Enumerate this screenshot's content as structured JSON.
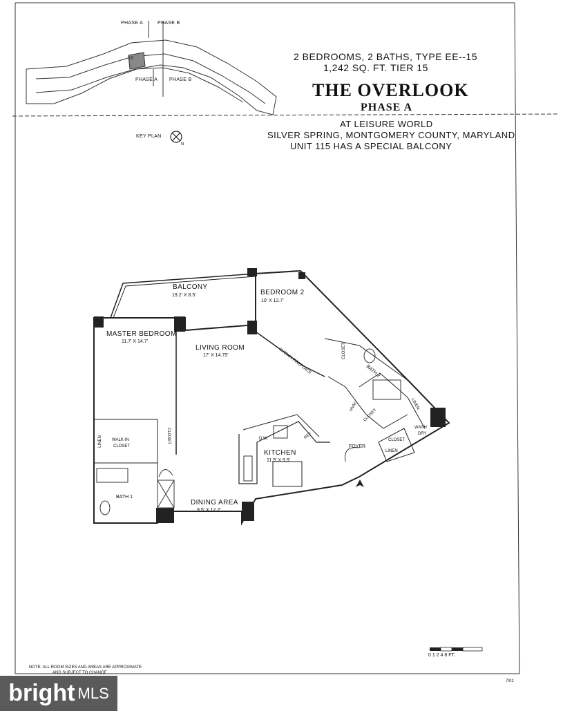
{
  "header": {
    "line1": "2 BEDROOMS, 2 BATHS, TYPE EE--15",
    "line2": "1,242 SQ. FT.    TIER 15",
    "title": "THE OVERLOOK",
    "phase": "PHASE A",
    "loc1": "AT LEISURE WORLD",
    "loc2": "SILVER SPRING, MONTGOMERY COUNTY, MARYLAND",
    "loc3": "UNIT 115 HAS A SPECIAL BALCONY"
  },
  "keyplan": {
    "phase_a_top": "PHASE A",
    "phase_b_top": "PHASE B",
    "phase_a_bottom": "PHASE A",
    "phase_b_bottom": "PHASE B",
    "unit": "15",
    "label": "KEY PLAN",
    "north": "N"
  },
  "rooms": {
    "balcony": {
      "name": "BALCONY",
      "dim": "19.2' X 8.5'"
    },
    "bedroom2": {
      "name": "BEDROOM 2",
      "dim": "10' X 12.7'"
    },
    "master": {
      "name": "MASTER BEDROOM",
      "dim": "11.7' X 14.7'"
    },
    "living": {
      "name": "LIVING ROOM",
      "dim": "17' X 14.75'"
    },
    "kitchen": {
      "name": "KITCHEN",
      "dim": "11.5' X 9.5'"
    },
    "dining": {
      "name": "DINING AREA",
      "dim": "9.5' X 12.2'"
    },
    "bath1": "BATH 1",
    "bath2": "BATH 2",
    "foyer": "FOYER",
    "walkin1": "WALK-IN",
    "walkin2": "CLOSET",
    "closet_master": "CLOSET",
    "linen_master": "LINEN",
    "closet_bed2": "CLOSET",
    "hvac": "HVAC",
    "closet_hvac": "CLOSET",
    "linen_bath2": "LINEN",
    "wash": "WASH",
    "dry": "DRY",
    "closet_foyer": "CLOSET",
    "linen_foyer": "LINEN",
    "dw": "D.W.",
    "ref": "REF",
    "fireplace": "SHOWN FIREPLACE"
  },
  "scale": {
    "ticks": "0  1  2     4          8  FT."
  },
  "note": {
    "line1": "NOTE:  ALL ROOM SIZES AND AREAS ARE APPROXIMATE",
    "line2": "AND SUBJECT TO CHANGE"
  },
  "date": "7/02",
  "watermark": {
    "bright": "bright",
    "mls": "MLS"
  }
}
